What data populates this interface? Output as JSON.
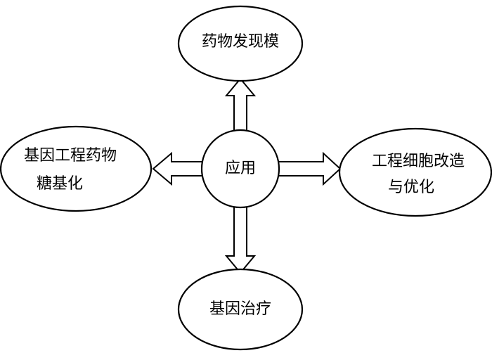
{
  "diagram": {
    "center": {
      "label": "应用"
    },
    "top": {
      "label": "药物发现模"
    },
    "left": {
      "line1": "基因工程药物",
      "line2": "糖基化"
    },
    "right": {
      "line1": "工程细胞改造",
      "line2": "与优化"
    },
    "bottom": {
      "label": "基因治疗"
    }
  },
  "colors": {
    "stroke": "#000000",
    "fill": "#ffffff"
  }
}
